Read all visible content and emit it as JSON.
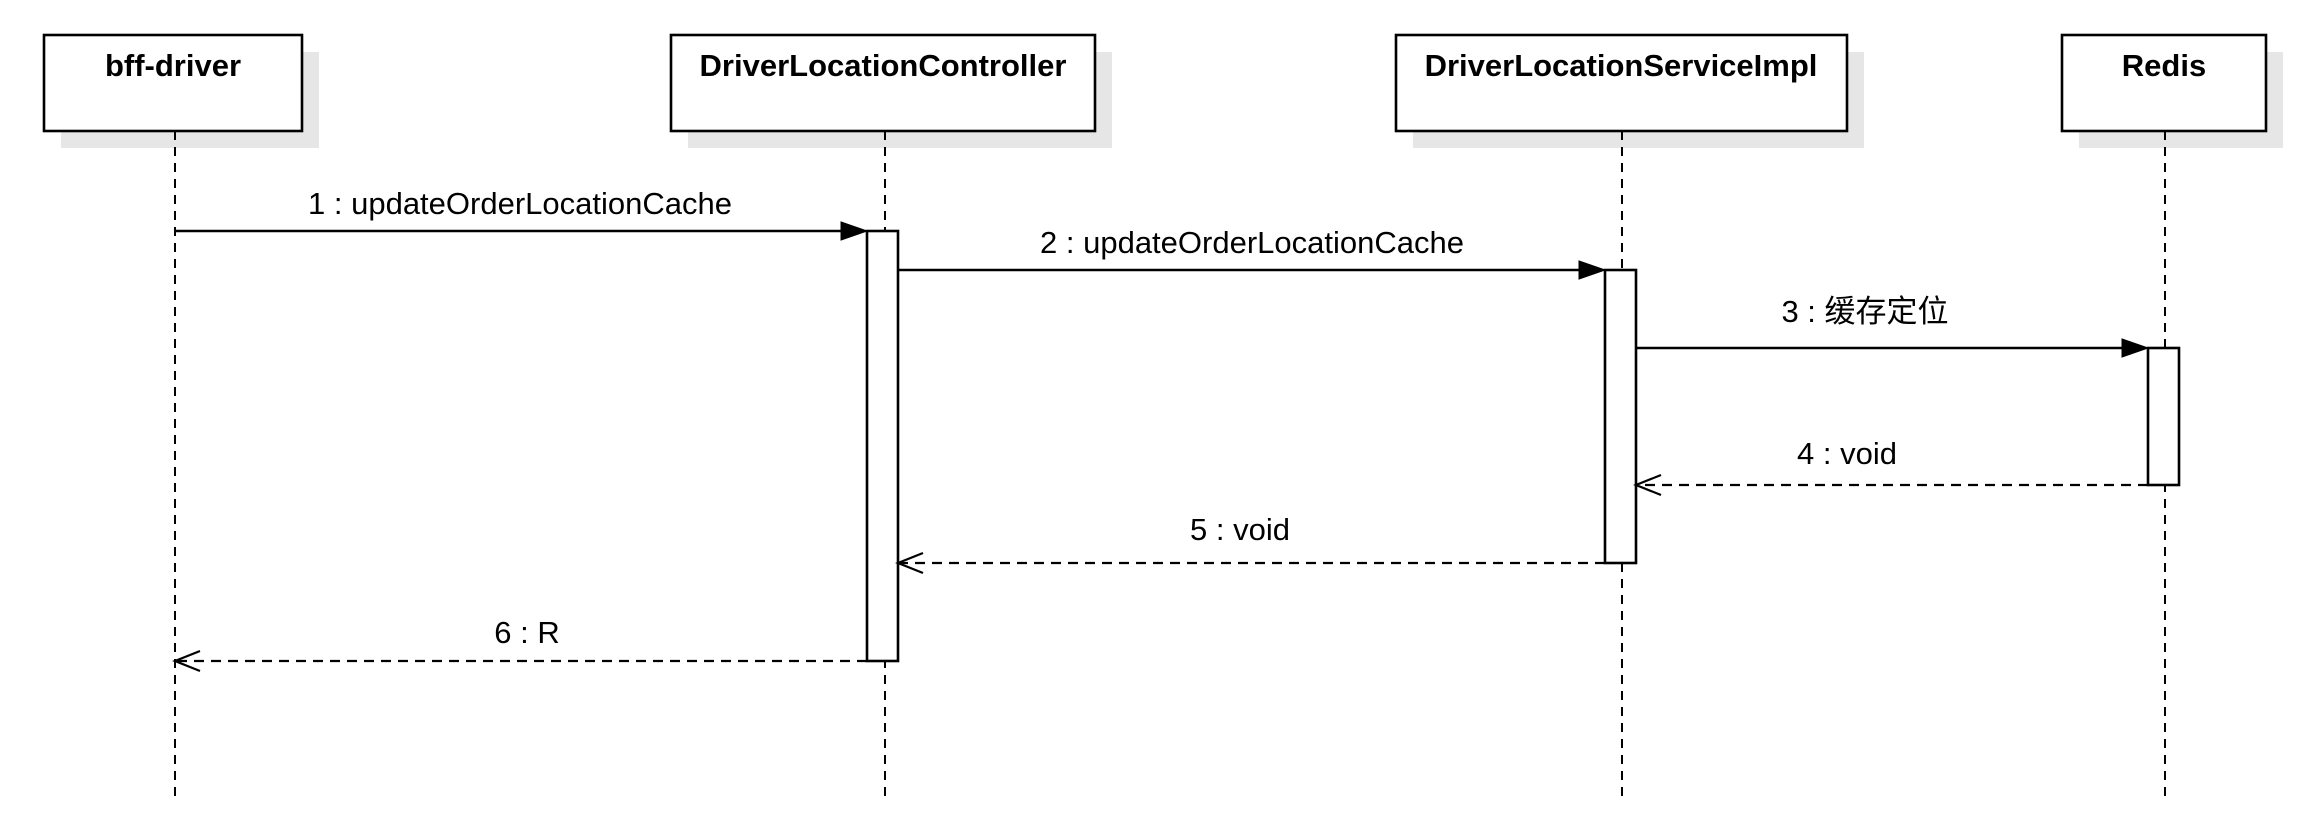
{
  "diagram": {
    "type": "sequence",
    "participants": [
      {
        "id": "bff",
        "label": "bff-driver"
      },
      {
        "id": "controller",
        "label": "DriverLocationController"
      },
      {
        "id": "service",
        "label": "DriverLocationServiceImpl"
      },
      {
        "id": "redis",
        "label": "Redis"
      }
    ],
    "messages": [
      {
        "label": "1 : updateOrderLocationCache",
        "from": "bff",
        "to": "controller",
        "kind": "call"
      },
      {
        "label": "2 : updateOrderLocationCache",
        "from": "controller",
        "to": "service",
        "kind": "call"
      },
      {
        "label": "3 : 缓存定位",
        "from": "service",
        "to": "redis",
        "kind": "call"
      },
      {
        "label": "4 : void",
        "from": "redis",
        "to": "service",
        "kind": "return"
      },
      {
        "label": "5 : void",
        "from": "service",
        "to": "controller",
        "kind": "return"
      },
      {
        "label": "6 : R",
        "from": "controller",
        "to": "bff",
        "kind": "return"
      }
    ]
  }
}
